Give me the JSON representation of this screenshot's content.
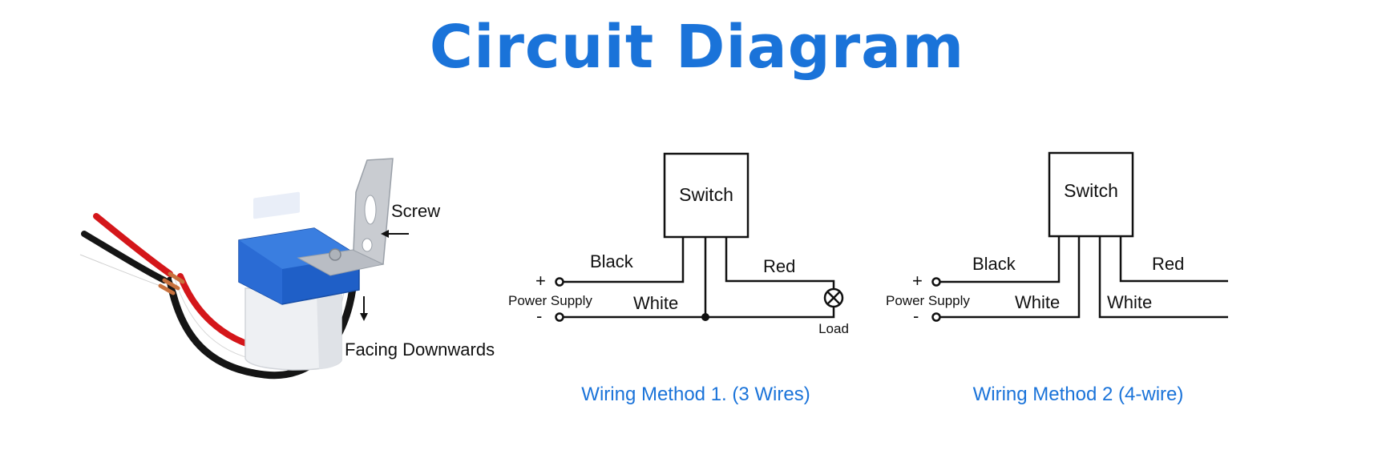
{
  "colors": {
    "title": "#1a73d9",
    "caption": "#1a73d9",
    "line": "#111111",
    "device_body": "#f1f1f4",
    "device_cap": "#1f5fc7",
    "bracket": "#c9ccd1",
    "wire_red": "#d4161a",
    "wire_black": "#151515",
    "wire_white": "#ffffff",
    "copper": "#c8713d"
  },
  "title": "Circuit Diagram",
  "product": {
    "screw_label": "Screw",
    "facing_label": "Facing Downwards",
    "icons": [
      "photocell-switch-image",
      "arrow-left-icon",
      "arrow-down-icon"
    ]
  },
  "method1": {
    "switch_label": "Switch",
    "black_label": "Black",
    "white_label": "White",
    "red_label": "Red",
    "plus_label": "+",
    "minus_label": "-",
    "power_label": "Power Supply",
    "load_label": "Load",
    "caption": "Wiring Method 1. (3 Wires)",
    "icons": [
      "lamp-load-icon",
      "junction-dot-icon"
    ]
  },
  "method2": {
    "switch_label": "Switch",
    "black_label": "Black",
    "white_label_1": "White",
    "white_label_2": "White",
    "red_label": "Red",
    "plus_label": "+",
    "minus_label": "-",
    "power_label": "Power Supply",
    "caption": "Wiring Method 2 (4-wire)"
  }
}
